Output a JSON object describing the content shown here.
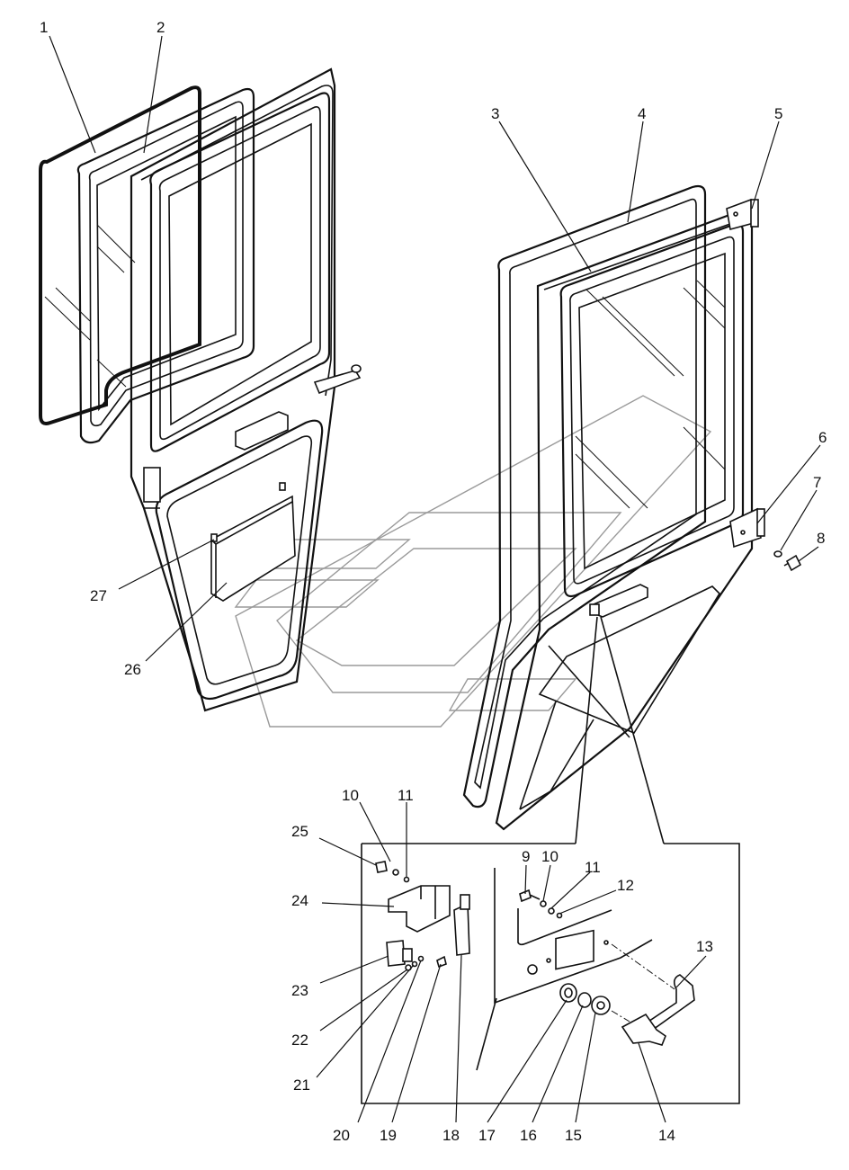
{
  "callouts": [
    {
      "id": "c1",
      "label": "1"
    },
    {
      "id": "c2",
      "label": "2"
    },
    {
      "id": "c3",
      "label": "3"
    },
    {
      "id": "c4",
      "label": "4"
    },
    {
      "id": "c5",
      "label": "5"
    },
    {
      "id": "c6",
      "label": "6"
    },
    {
      "id": "c7",
      "label": "7"
    },
    {
      "id": "c8",
      "label": "8"
    },
    {
      "id": "c9",
      "label": "9"
    },
    {
      "id": "c10a",
      "label": "10"
    },
    {
      "id": "c10b",
      "label": "10"
    },
    {
      "id": "c11a",
      "label": "11"
    },
    {
      "id": "c11b",
      "label": "11"
    },
    {
      "id": "c12",
      "label": "12"
    },
    {
      "id": "c13",
      "label": "13"
    },
    {
      "id": "c14",
      "label": "14"
    },
    {
      "id": "c15",
      "label": "15"
    },
    {
      "id": "c16",
      "label": "16"
    },
    {
      "id": "c17",
      "label": "17"
    },
    {
      "id": "c18",
      "label": "18"
    },
    {
      "id": "c19",
      "label": "19"
    },
    {
      "id": "c20",
      "label": "20"
    },
    {
      "id": "c21",
      "label": "21"
    },
    {
      "id": "c22",
      "label": "22"
    },
    {
      "id": "c23",
      "label": "23"
    },
    {
      "id": "c24",
      "label": "24"
    },
    {
      "id": "c25",
      "label": "25"
    },
    {
      "id": "c26",
      "label": "26"
    },
    {
      "id": "c27",
      "label": "27"
    }
  ]
}
